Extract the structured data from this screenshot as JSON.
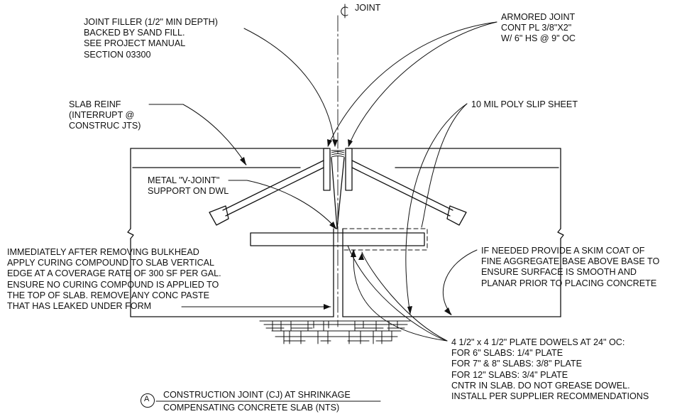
{
  "centerline_label": "JOINT",
  "notes": {
    "joint_filler": [
      "JOINT FILLER (1/2\" MIN DEPTH)",
      "BACKED BY SAND FILL.",
      "SEE PROJECT MANUAL",
      "SECTION 03300"
    ],
    "armored_joint": [
      "ARMORED JOINT",
      "CONT PL 3/8\"X2\"",
      "W/ 6\" HS @ 9\" OC"
    ],
    "slab_reinf": [
      "SLAB REINF",
      "(INTERRUPT @",
      "CONSTRUC JTS)"
    ],
    "poly_sheet": [
      "10 MIL POLY SLIP SHEET"
    ],
    "v_joint": [
      "METAL \"V-JOINT\"",
      "SUPPORT ON DWL"
    ],
    "curing": [
      "IMMEDIATELY AFTER REMOVING BULKHEAD",
      "APPLY CURING COMPOUND TO SLAB VERTICAL",
      "EDGE AT A COVERAGE RATE OF 300 SF PER GAL.",
      "ENSURE NO CURING COMPOUND IS APPLIED TO",
      "THE TOP OF SLAB. REMOVE ANY CONC PASTE",
      "THAT HAS LEAKED UNDER FORM"
    ],
    "skim_coat": [
      "IF NEEDED PROVIDE A SKIM COAT OF",
      "FINE AGGREGATE BASE ABOVE BASE TO",
      "ENSURE SURFACE IS SMOOTH AND",
      "PLANAR PRIOR TO PLACING CONCRETE"
    ],
    "dowels": [
      "4 1/2\" x 4 1/2\" PLATE DOWELS AT 24\" OC:",
      "FOR 6\" SLABS: 1/4\" PLATE",
      "FOR 7\" & 8\" SLABS: 3/8\" PLATE",
      "FOR 12\" SLABS: 3/4\" PLATE",
      "CNTR IN SLAB. DO NOT GREASE DOWEL.",
      "INSTALL PER SUPPLIER RECOMMENDATIONS"
    ]
  },
  "title_block": {
    "tag": "A",
    "line1": "CONSTRUCTION JOINT (CJ) AT SHRINKAGE",
    "line2": "COMPENSATING CONCRETE SLAB (NTS)"
  }
}
